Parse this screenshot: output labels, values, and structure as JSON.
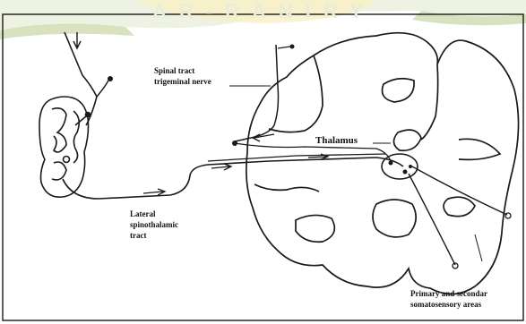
{
  "watermark": {
    "text": "AR-RANIRY",
    "colors": {
      "green": "#c9d6a3",
      "yellow": "#ecd36a"
    }
  },
  "labels": {
    "spinal_tract": "Spinal tract",
    "trigeminal_nerve": "trigeminal nerve",
    "thalamus": "Thalamus",
    "lateral": "Lateral",
    "spinothalamic": "spinothalamic",
    "tract": "tract",
    "primary": "Primary and secondar",
    "somatosensory": "somatosensory areas"
  },
  "colors": {
    "ink": "#1a1a1a",
    "background": "#ffffff"
  }
}
